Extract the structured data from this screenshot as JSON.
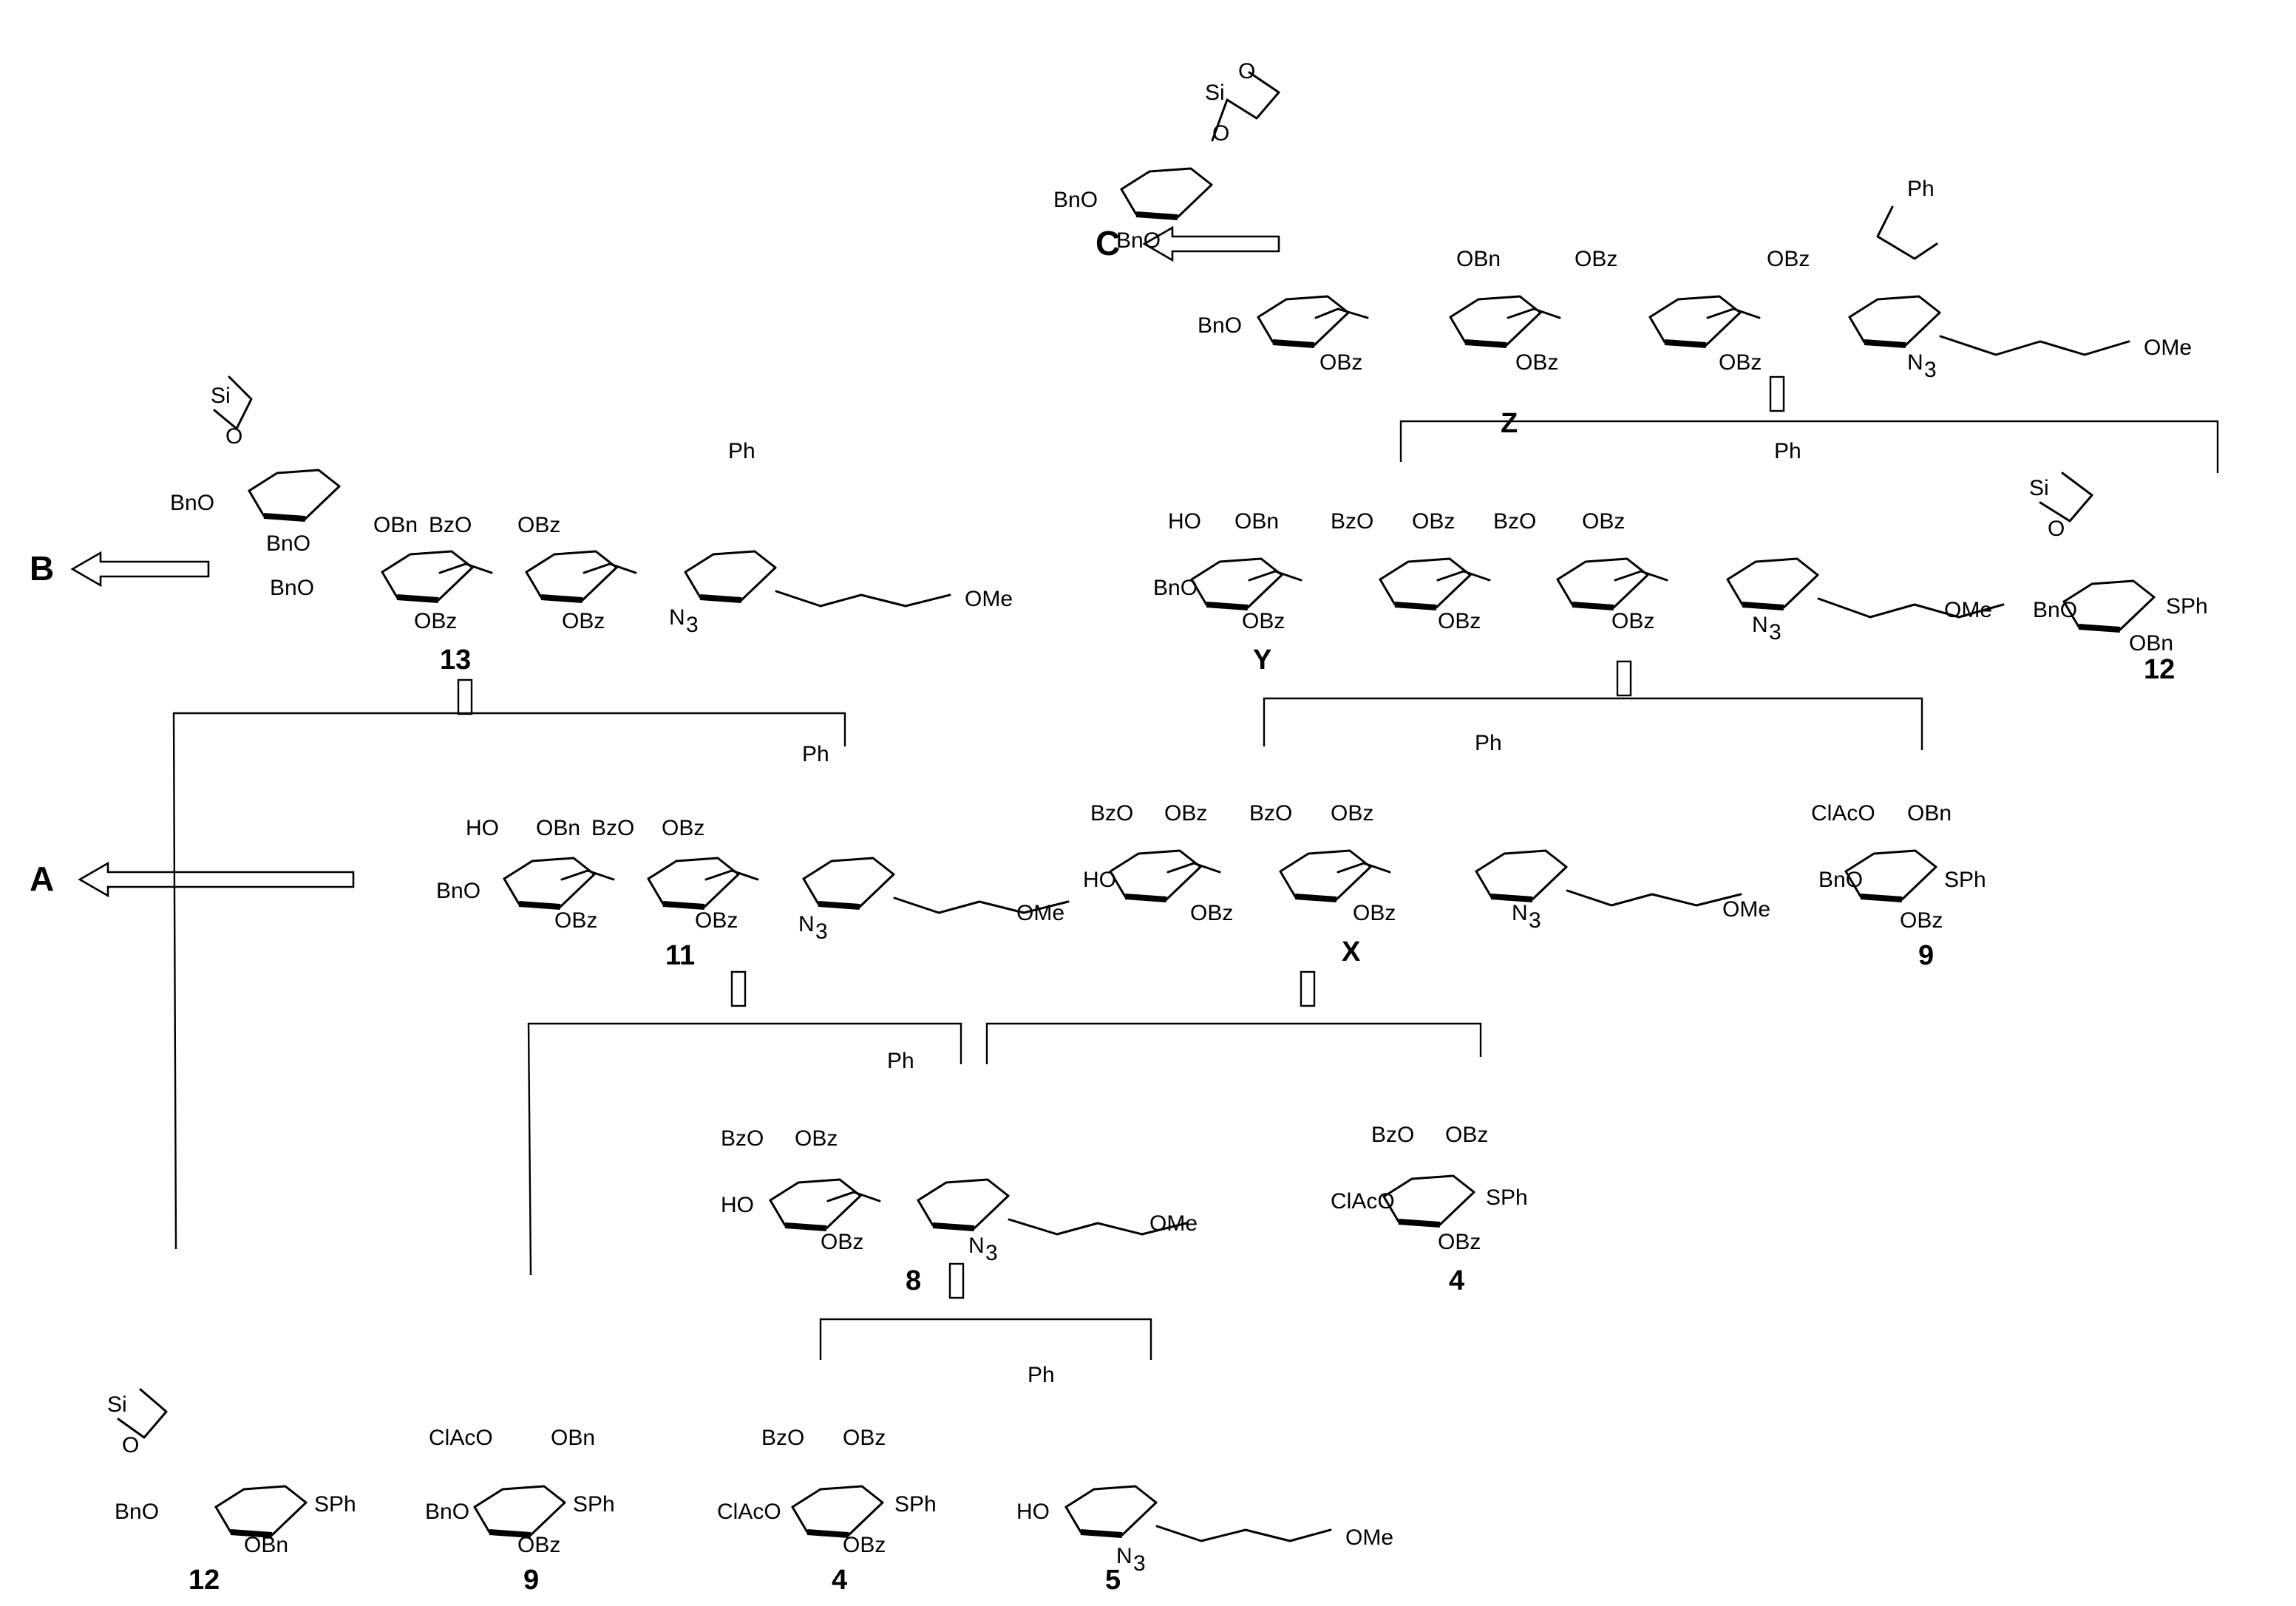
{
  "scheme": {
    "sections": {
      "A": "A",
      "B": "B",
      "C": "C"
    },
    "compounds": {
      "c13": "13",
      "c11": "11",
      "cZ": "Z",
      "cY": "Y",
      "cX": "X",
      "c8": "8",
      "c4": "4",
      "c9": "9",
      "c12": "12",
      "c5": "5"
    },
    "groups": {
      "OBn": "OBn",
      "BnO": "BnO",
      "OBz": "OBz",
      "BzO": "BzO",
      "Si": "Si",
      "O": "O",
      "Ph": "Ph",
      "N": "N",
      "sub3": "3",
      "OMe": "OMe",
      "SPh": "SPh",
      "HO": "HO",
      "ClAcO": "ClAcO"
    }
  }
}
